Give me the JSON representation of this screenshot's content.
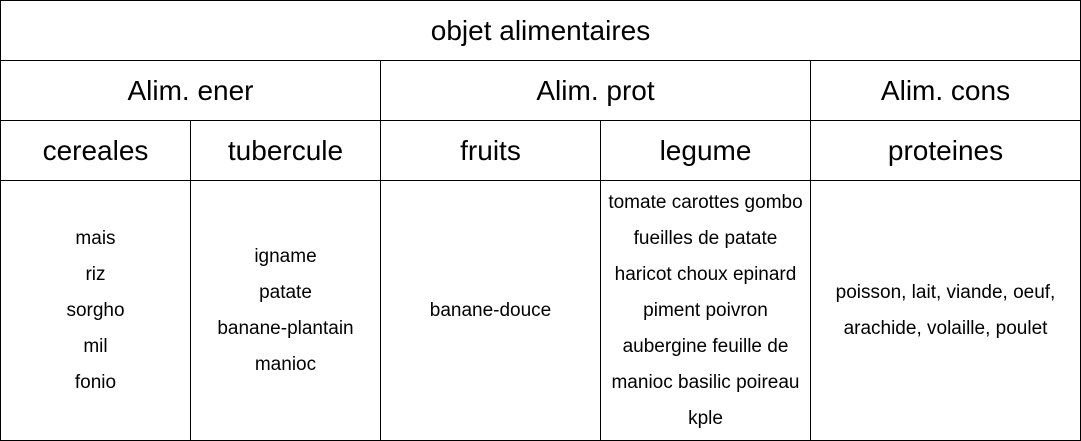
{
  "title": "objet alimentaires",
  "groups": [
    "Alim. ener",
    "Alim. prot",
    "Alim. cons"
  ],
  "subcategories": [
    "cereales",
    "tubercule",
    "fruits",
    "legume",
    "proteines"
  ],
  "items": {
    "cereales": [
      "mais",
      "riz",
      "sorgho",
      "mil",
      "fonio"
    ],
    "tubercule": [
      "igname",
      "patate",
      "banane-plantain",
      "manioc"
    ],
    "fruits": [
      "banane-douce"
    ],
    "legume": [
      "tomate carottes gombo",
      "fueilles de patate",
      "haricot choux epinard",
      "piment poivron",
      "aubergine feuille de",
      "manioc basilic poireau",
      "kple"
    ],
    "proteines": [
      "poisson, lait, viande, oeuf,",
      "arachide, volaille, poulet"
    ]
  }
}
